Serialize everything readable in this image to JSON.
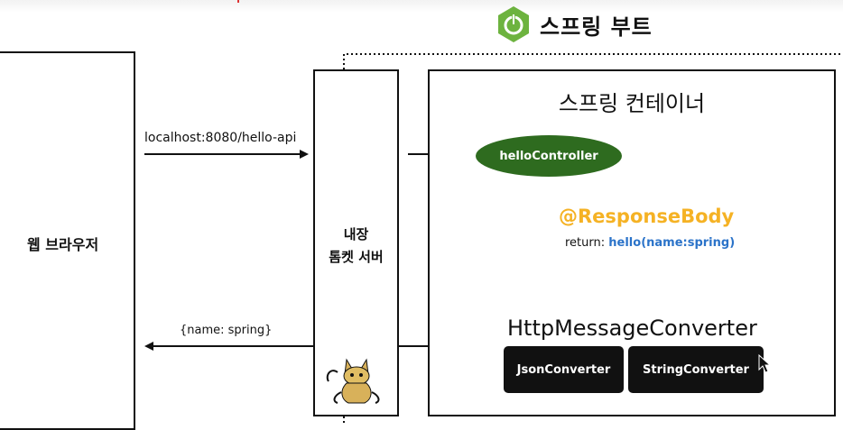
{
  "header": {
    "title": "스프링 부트",
    "icon": "power-icon",
    "logo_color": "#6db33f"
  },
  "browser": {
    "label": "웹 브라우저"
  },
  "request": {
    "url": "localhost:8080/hello-api"
  },
  "response": {
    "payload": "{name: spring}"
  },
  "tomcat": {
    "line1": "내장",
    "line2": "톰켓 서버",
    "icon": "tomcat-cat-icon"
  },
  "container": {
    "title": "스프링 컨테이너",
    "controller": "helloController",
    "controller_color": "#2e6b1f",
    "annotation": "@ResponseBody",
    "annotation_color": "#f5b224",
    "return_label": "return:",
    "return_value": "hello(name:spring)",
    "return_color": "#2b73c9",
    "converter_title": "HttpMessageConverter",
    "converters": [
      "JsonConverter",
      "StringConverter"
    ]
  }
}
